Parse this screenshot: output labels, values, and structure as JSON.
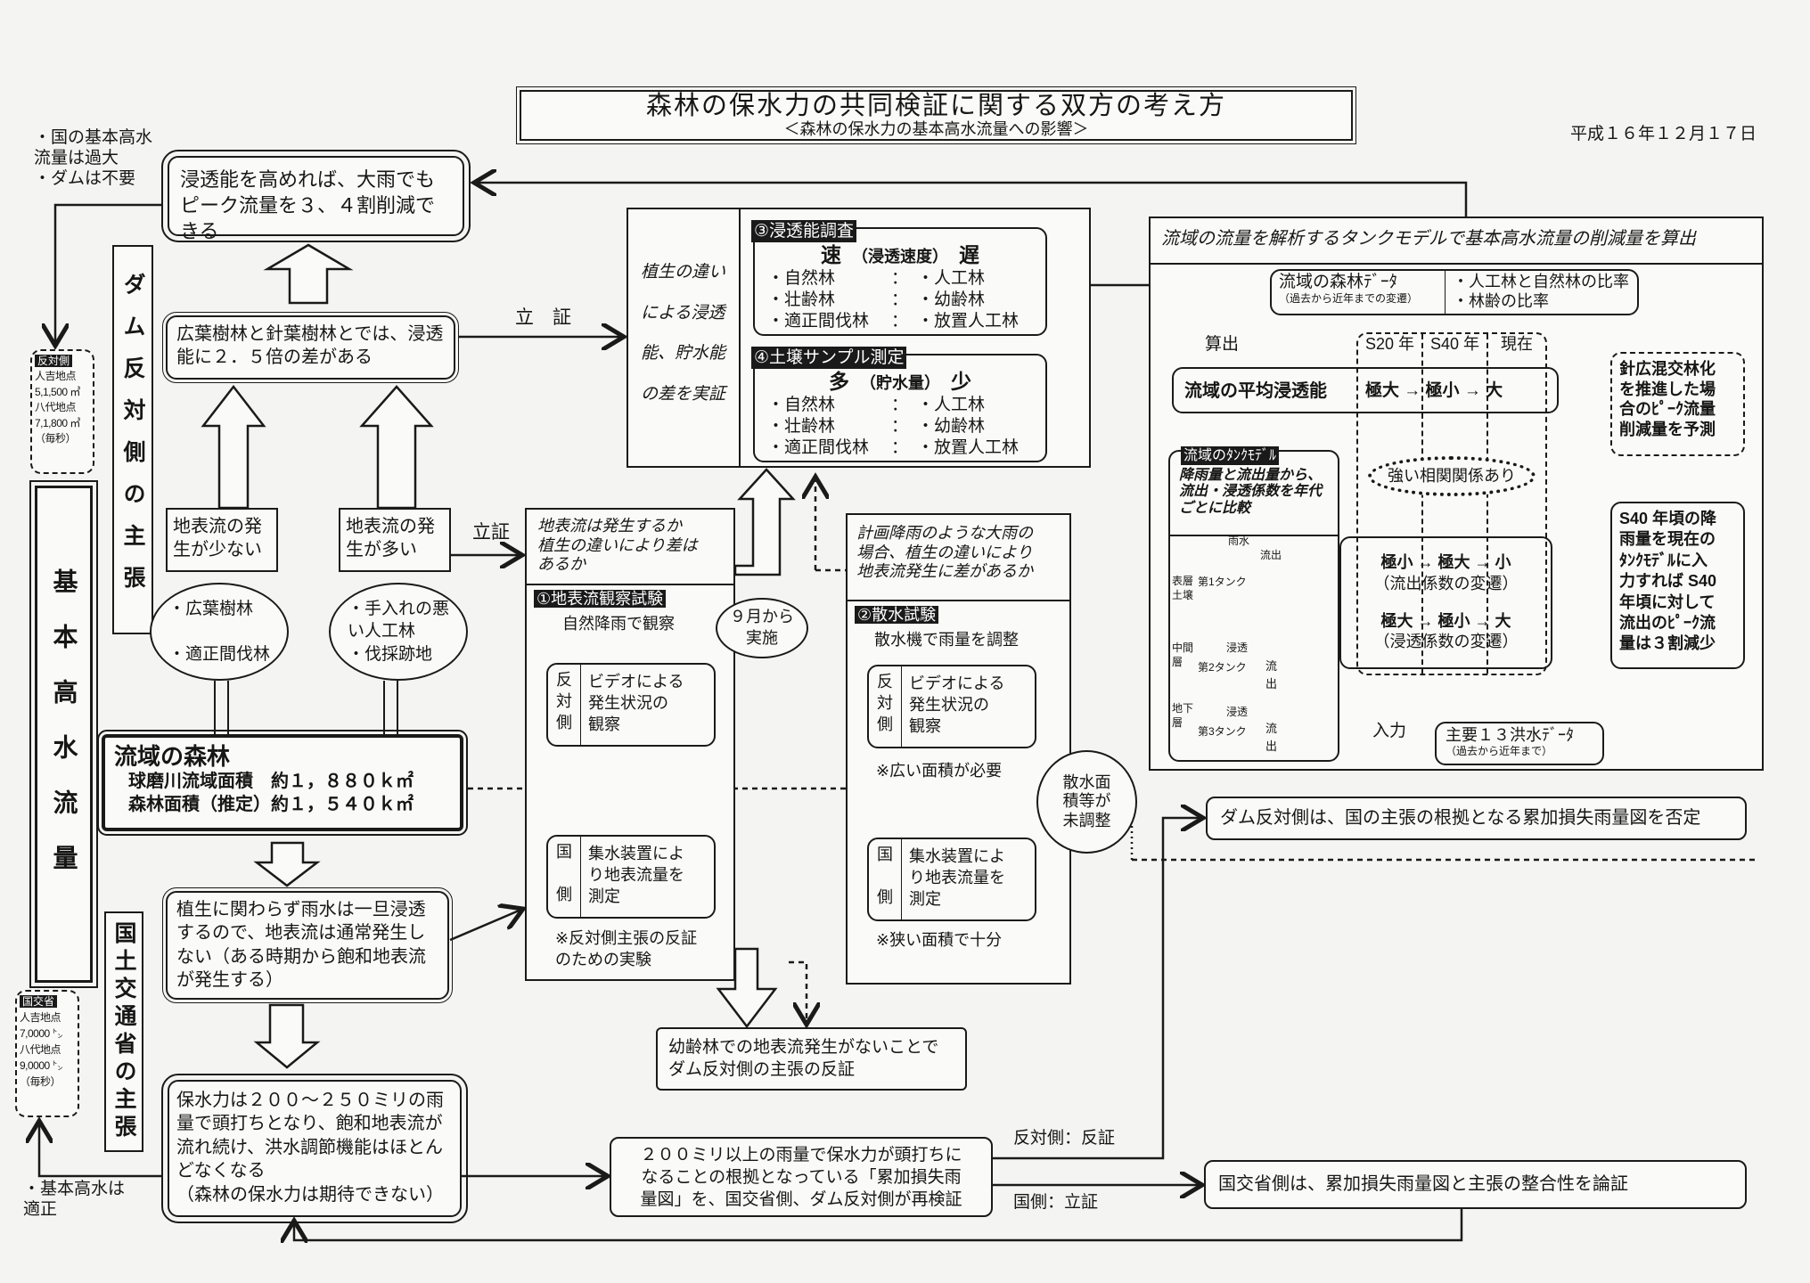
{
  "title": {
    "main": "森林の保水力の共同検証に関する双方の考え方",
    "sub": "＜森林の保水力の基本高水流量への影響＞"
  },
  "date": "平成１６年１２月１７日",
  "left_notes": {
    "opponent_claim": "・国の基本高水\n 流量は過大\n・ダムは不要",
    "ministry_claim": "・基本高水は\n 適正"
  },
  "opponent_box": {
    "tag": "反対側",
    "lines": "人吉地点\n5,1,500 ㎥\n八代地点\n7,1,800 ㎥\n（毎秒）"
  },
  "ministry_box": {
    "tag": "国交省",
    "lines": "人吉地点\n7,0000 ㌧\n八代地点\n9,0000 ㌧\n（毎秒）"
  },
  "basic_flow_label": "基本高水流量",
  "dam_opponent_label": "ダム反対側の主張",
  "ministry_label": "国土交通省の主張",
  "boxes": {
    "peak_reduction": "浸透能を高めれば、大雨でもピーク流量を３、４割削減できる",
    "broadleaf_diff": "広葉樹林と針葉樹林とでは、浸透能に２．５倍の差がある",
    "less_runoff": "地表流の発\n生が少ない",
    "more_runoff": "地表流の発\n生が多い",
    "broadleaf_list": "・広葉樹林\n\n・適正間伐林",
    "poor_list": "・手入れの悪\n い人工林\n・伐採跡地",
    "watershed_title": "流域の森林",
    "watershed_area": "球磨川流域面積　約１，８８０ｋ㎡",
    "forest_area": "森林面積（推定）約１，５４０ｋ㎡",
    "always_infiltrate": "植生に関わらず雨水は一旦浸透するので、地表流は通常発生しない（ある時期から飽和地表流が発生する）",
    "capacity_limit": "保水力は２００～２５０ミリの雨量で頭打ちとなり、飽和地表流が流れ続け、洪水調節機能はほとんどなくなる\n（森林の保水力は期待できない）",
    "young_forest": "幼齢林での地表流発生がないことで\nダム反対側の主張の反証",
    "reexamine": "２００ミリ以上の雨量で保水力が頭打ちに\nなることの根拠となっている「累加損失雨\n量図」を、国交省側、ダム反対側が再検証",
    "opponent_deny": "ダム反対側は、国の主張の根拠となる累加損失雨量図を否定",
    "ministry_argue": "国交省側は、累加損失雨量図と主張の整合性を論証"
  },
  "labels": {
    "proof1": "立　証",
    "proof2": "立証",
    "opp_refute": "反対側：反証",
    "gov_prove": "国側：立証"
  },
  "vegetation_panel": {
    "side": "植生の違い\n\nによる浸透\n\n能、貯水能\n\nの差を実証",
    "survey3": {
      "tag": "③浸透能調査",
      "head_left": "速",
      "head_mid": "（浸透速度）",
      "head_right": "遅",
      "rows": [
        [
          "・自然林",
          "：",
          "・人工林"
        ],
        [
          "・壮齢林",
          "：",
          "・幼齢林"
        ],
        [
          "・適正間伐林",
          "：",
          "・放置人工林"
        ]
      ]
    },
    "survey4": {
      "tag": "④土壌サンプル測定",
      "head_left": "多",
      "head_mid": "（貯水量）",
      "head_right": "少",
      "rows": [
        [
          "・自然林",
          "：",
          "・人工林"
        ],
        [
          "・壮齢林",
          "：",
          "・幼齢林"
        ],
        [
          "・適正間伐林",
          "：",
          "・放置人工林"
        ]
      ]
    }
  },
  "surface_panel": {
    "question": "地表流は発生するか\n植生の違いにより差は\nあるか",
    "tag": "①地表流観察試験",
    "subtitle": "自然降雨で観察",
    "opp_side": "反\n対\n側",
    "opp_text": "ビデオによる\n発生状況の\n観察",
    "gov_side": "国\n\n側",
    "gov_text": "集水装置によ\nり地表流量を\n測定",
    "note": "※反対側主張の反証\nのための実験"
  },
  "september_note": "９月から\n実施",
  "sprinkle_panel": {
    "question": "計画降雨のような大雨の\n場合、植生の違いにより\n地表流発生に差があるか",
    "tag": "②散水試験",
    "subtitle": "散水機で雨量を調整",
    "opp_side": "反\n対\n側",
    "opp_text": "ビデオによる\n発生状況の\n観察",
    "note_wide": "※広い面積が必要",
    "gov_side": "国\n\n側",
    "gov_text": "集水装置によ\nり地表流量を\n測定",
    "note_narrow": "※狭い面積で十分"
  },
  "unadjusted_note": "散水面\n積等が\n未調整",
  "tank_panel": {
    "header": "流域の流量を解析するタンクモデルで基本高水流量の削減量を算出",
    "forest_data": "流域の森林ﾃﾞｰﾀ",
    "forest_data_sub": "（過去から近年までの変遷）",
    "forest_data_items": "・人工林と自然林の比率\n・林齢の比率",
    "calc": "算出",
    "eras": [
      "S20 年",
      "S40 年",
      "現在"
    ],
    "avg_infiltration": "流域の平均浸透能",
    "avg_values": "極大 → 極小 → 大",
    "correlation": "強い相関関係あり",
    "mixed_forest": "針広混交林化\nを推進した場\n合のﾋﾟｰｸ流量\n削減量を予測",
    "tank_tag": "流域のﾀﾝｸﾓﾃﾞﾙ",
    "tank_desc": "降雨量と流出量から、流出・浸透係数を年代ごとに比較",
    "rain": "雨水",
    "layers": [
      "表層\n土壌",
      "中間\n層",
      "地下\n層"
    ],
    "tanks": [
      "第1タンク",
      "第2タンク",
      "第3タンク"
    ],
    "outflow": "流出",
    "outflow_v": "流\n出",
    "infiltration": "浸透",
    "runoff_values": "極小 → 極大 → 小",
    "runoff_label": "（流出係数の変遷）",
    "infil_values": "極大 → 極小 → 大",
    "infil_label": "（浸透係数の変遷）",
    "result": "S40 年頃の降\n雨量を現在の\nﾀﾝｸﾓﾃﾞﾙに入\n力すれば S40\n年頃に対して\n流出のﾋﾟｰｸ流\n量は３割減少",
    "input": "入力",
    "flood_data": "主要１３洪水ﾃﾞｰﾀ",
    "flood_data_sub": "（過去から近年まで）"
  }
}
